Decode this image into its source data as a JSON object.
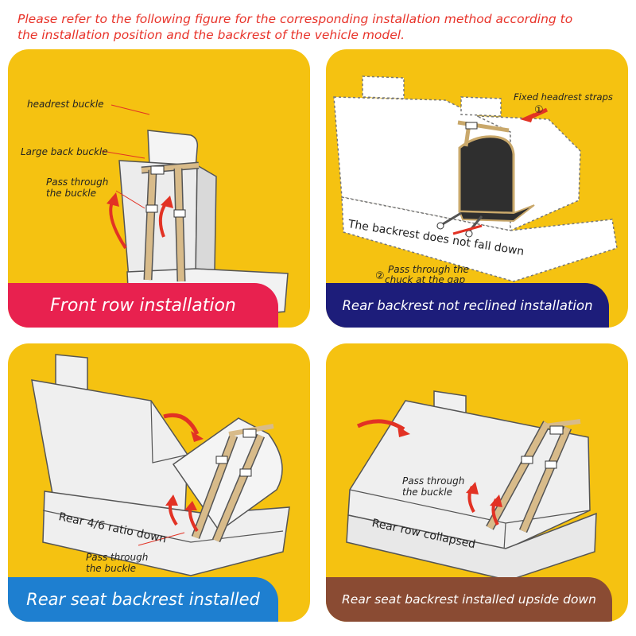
{
  "header": {
    "line1": "Please refer to the following figure for the corresponding installation method according to",
    "line2": "the installation position and the backrest of the vehicle model."
  },
  "panels": [
    {
      "title": "Front row installation",
      "color": "#e8214f",
      "labels": {
        "headrest_buckle": "headrest buckle",
        "large_back_buckle": "Large back buckle",
        "pass_through": "Pass through",
        "the_buckle": "the buckle"
      }
    },
    {
      "title": "Rear backrest not reclined installation",
      "color": "#1d1d7a",
      "labels": {
        "fixed_straps": "Fixed headrest straps",
        "step1": "①",
        "not_fall": "The backrest does not fall down",
        "step2": "②",
        "pass_chuck": "Pass through the",
        "chuck_gap": "chuck at the gap"
      }
    },
    {
      "title": "Rear seat backrest installed",
      "color": "#1e7fd0",
      "labels": {
        "ratio": "Rear 4/6 ratio down",
        "pass_through": "Pass through",
        "the_buckle": "the buckle"
      }
    },
    {
      "title": "Rear seat backrest installed upside down",
      "color": "#8a4b33",
      "labels": {
        "pass_through": "Pass through",
        "the_buckle": "the buckle",
        "collapsed": "Rear row collapsed"
      }
    }
  ],
  "colors": {
    "panel_bg": "#f5c211",
    "header_text": "#e8332a",
    "strap": "#d8bb8a",
    "arrow": "#e23224"
  }
}
